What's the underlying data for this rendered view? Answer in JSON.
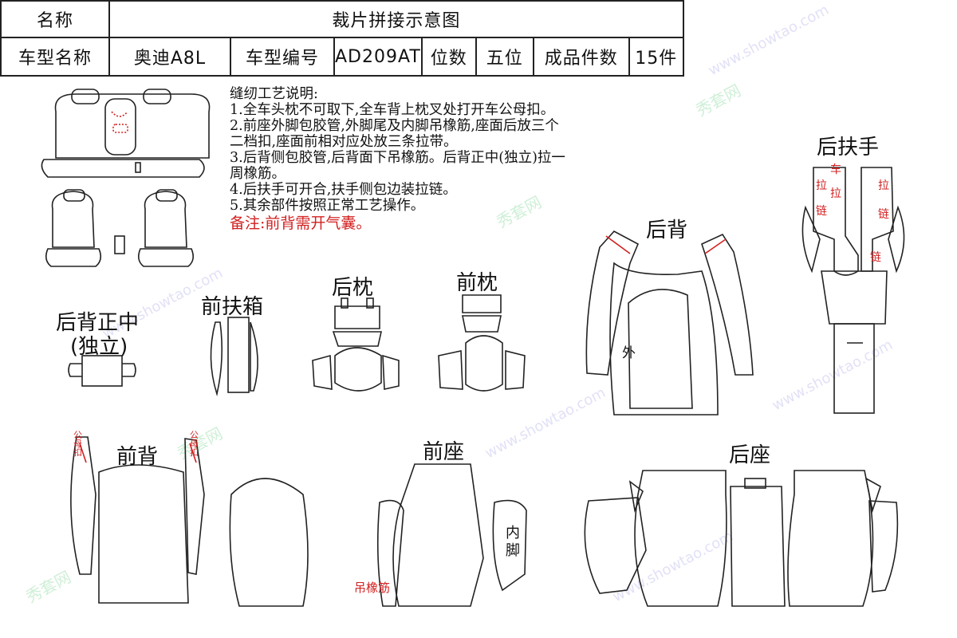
{
  "header": {
    "name_label": "名称",
    "title": "裁片拼接示意图",
    "model_name_label": "车型名称",
    "model_name": "奥迪A8L",
    "model_code_label": "车型编号",
    "model_code": "AD209AT",
    "seats_label": "位数",
    "seats": "五位",
    "pieces_label": "成品件数",
    "pieces": "15件"
  },
  "notes": {
    "heading": "缝纫工艺说明:",
    "lines": [
      "1.全车头枕不可取下,全车背上枕叉处打开车公母扣。",
      "2.前座外脚包胶管,外脚尾及内脚吊橡筋,座面后放三个",
      "二档扣,座面前相对应处放三条拉带。",
      "3.后背侧包胶管,后背面下吊橡筋。后背正中(独立)拉一",
      "周橡筋。",
      "4.后扶手可开合,扶手侧包边装拉链。",
      "5.其余部件按照正常工艺操作。"
    ],
    "remark": "备注:前背需开气囊。"
  },
  "parts": {
    "rear_armrest": "后扶手",
    "rear_back": "后背",
    "rear_back_center_1": "后背正中",
    "rear_back_center_2": "(独立)",
    "front_console": "前扶箱",
    "rear_headrest": "后枕",
    "front_headrest": "前枕",
    "front_back": "前背",
    "front_seat": "前座",
    "rear_seat": "后座"
  },
  "annotations": {
    "outer": "外",
    "inner_leg_1": "内",
    "inner_leg_2": "脚",
    "elastic": "吊橡筋",
    "snap_mark": "公母扣",
    "zip_chars": [
      "车",
      "拉",
      "拉",
      "链",
      "拉",
      "链",
      "链"
    ]
  },
  "watermark": {
    "brand": "秀套网",
    "url": "www.showtao.com"
  },
  "colors": {
    "line": "#222222",
    "accent_red": "#d22020"
  }
}
